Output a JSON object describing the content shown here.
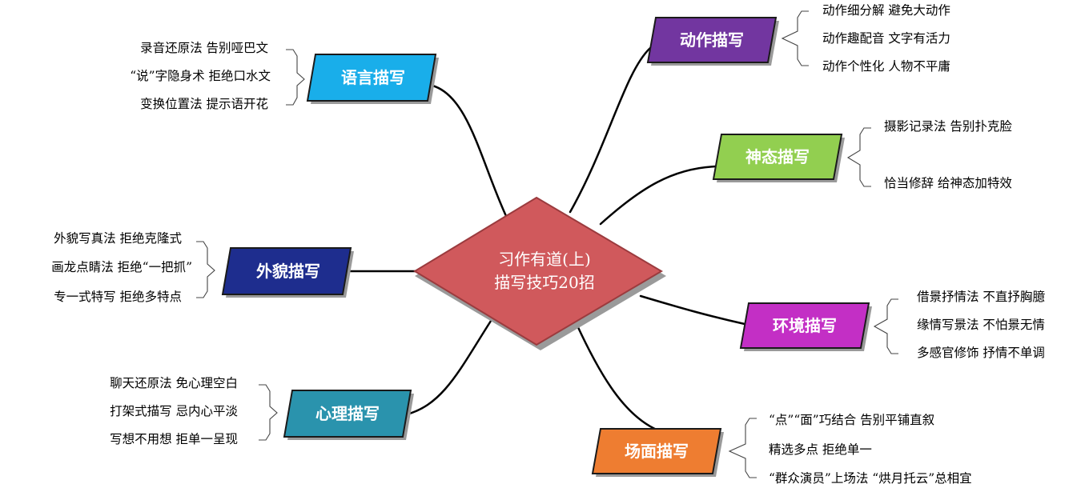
{
  "center": {
    "line1": "习作有道(上)",
    "line2": "描写技巧20招",
    "color": "#d0595c"
  },
  "branches": [
    {
      "label": "语言描写",
      "color": "#19aeea",
      "items": [
        "录音还原法 告别哑巴文",
        "“说”字隐身术 拒绝口水文",
        "变换位置法 提示语开花"
      ]
    },
    {
      "label": "外貌描写",
      "color": "#1e2d8e",
      "items": [
        "外貌写真法 拒绝克隆式",
        "画龙点睛法 拒绝“一把抓”",
        "专一式特写 拒绝多特点"
      ]
    },
    {
      "label": "心理描写",
      "color": "#2a93ad",
      "items": [
        "聊天还原法 免心理空白",
        "打架式描写 忌内心平淡",
        "写想不用想 拒单一呈现"
      ]
    },
    {
      "label": "动作描写",
      "color": "#7236a0",
      "items": [
        "动作细分解 避免大动作",
        "动作趣配音 文字有活力",
        "动作个性化 人物不平庸"
      ]
    },
    {
      "label": "神态描写",
      "color": "#92cf50",
      "items": [
        "摄影记录法 告别扑克脸",
        "恰当修辞 给神态加特效"
      ]
    },
    {
      "label": "环境描写",
      "color": "#c32fc5",
      "items": [
        "借景抒情法 不直抒胸臆",
        "缘情写景法 不怕景无情",
        "多感官修饰 抒情不单调"
      ]
    },
    {
      "label": "场面描写",
      "color": "#ee7d31",
      "items": [
        "“点”“面”巧结合 告别平铺直叙",
        "精选多点 拒绝单一",
        "“群众演员”上场法 “烘月托云”总相宜"
      ]
    }
  ]
}
